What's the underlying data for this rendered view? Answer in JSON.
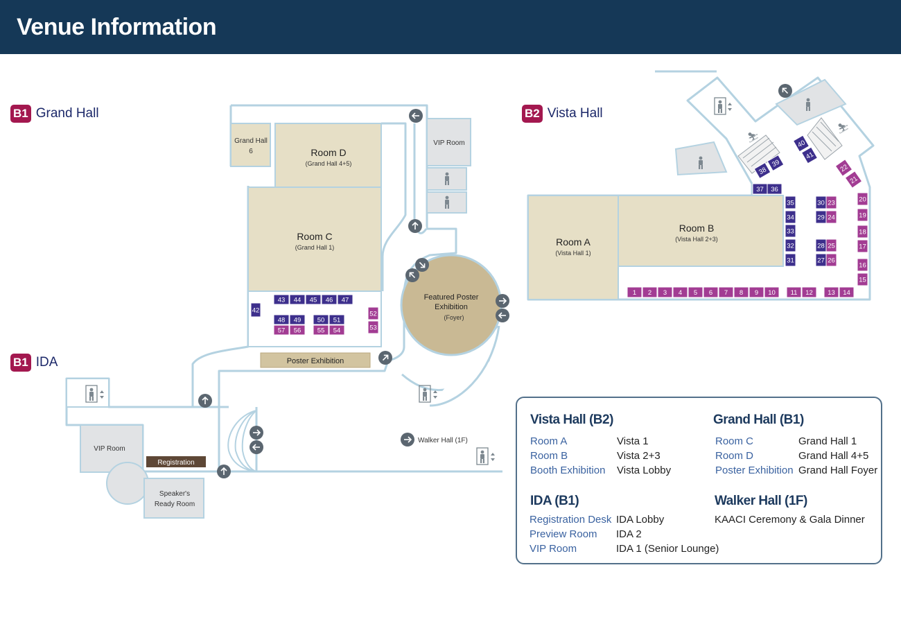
{
  "header": {
    "title": "Venue Information"
  },
  "floors": {
    "grand_hall": {
      "badge": "B1",
      "name": "Grand Hall"
    },
    "ida": {
      "badge": "B1",
      "name": "IDA"
    },
    "vista_hall": {
      "badge": "B2",
      "name": "Vista Hall"
    }
  },
  "rooms": {
    "grand_hall_6": [
      "Grand Hall",
      "6"
    ],
    "room_d": {
      "name": "Room D",
      "sub": "(Grand Hall 4+5)"
    },
    "room_c": {
      "name": "Room C",
      "sub": "(Grand Hall 1)"
    },
    "vip_room_gh": "VIP Room",
    "featured": {
      "line1": "Featured Poster",
      "line2": "Exhibition",
      "sub": "(Foyer)"
    },
    "poster_exhibition": "Poster Exhibition",
    "walker_hall": "Walker Hall (1F)",
    "vip_room_ida": "VIP Room",
    "registration": "Registration",
    "speakers": [
      "Speaker's",
      "Ready Room"
    ],
    "room_a": {
      "name": "Room A",
      "sub": "(Vista Hall 1)"
    },
    "room_b": {
      "name": "Room B",
      "sub": "(Vista Hall 2+3)"
    }
  },
  "booths": {
    "vista_bottom": [
      "1",
      "2",
      "3",
      "4",
      "5",
      "6",
      "7",
      "8",
      "9",
      "10",
      "11",
      "12",
      "13",
      "14"
    ],
    "vista_right": [
      "15",
      "16",
      "17",
      "18",
      "19",
      "20"
    ],
    "vista_top_pink": [
      "21",
      "22"
    ],
    "vista_mid_pink": [
      "23",
      "24",
      "25",
      "26"
    ],
    "vista_mid_blue": [
      "27",
      "28",
      "29",
      "30"
    ],
    "vista_col_blue": [
      "31",
      "32",
      "33",
      "34",
      "35"
    ],
    "vista_top_blue": [
      "36",
      "37",
      "38",
      "39",
      "40",
      "41"
    ],
    "grand_hall": [
      "42",
      "43",
      "44",
      "45",
      "46",
      "47",
      "48",
      "49",
      "50",
      "51",
      "52",
      "53",
      "54",
      "55",
      "56",
      "57"
    ]
  },
  "legend": {
    "vista": {
      "title": "Vista Hall (B2)",
      "rows": [
        {
          "key": "Room A",
          "val": "Vista 1"
        },
        {
          "key": "Room B",
          "val": "Vista 2+3"
        },
        {
          "key": "Booth Exhibition",
          "val": "Vista Lobby"
        }
      ]
    },
    "grand": {
      "title": "Grand Hall (B1)",
      "rows": [
        {
          "key": "Room C",
          "val": "Grand Hall 1"
        },
        {
          "key": "Room D",
          "val": "Grand Hall 4+5"
        },
        {
          "key": "Poster Exhibition",
          "val": "Grand Hall Foyer"
        }
      ]
    },
    "ida": {
      "title": "IDA (B1)",
      "rows": [
        {
          "key": "Registration Desk",
          "val": "IDA Lobby"
        },
        {
          "key": "Preview Room",
          "val": "IDA 2"
        },
        {
          "key": "VIP Room",
          "val": "IDA 1 (Senior Lounge)"
        }
      ]
    },
    "walker": {
      "title": "Walker Hall (1F)",
      "text": "KAACI Ceremony & Gala Dinner"
    }
  },
  "colors": {
    "header_bg": "#153857",
    "badge": "#a3184f",
    "room_fill": "#e6dfc6",
    "booth_blue": "#3d2f8c",
    "booth_pink": "#a23c93",
    "wall": "#b4d2e1",
    "gray_room": "#e1e3e5"
  },
  "icons": {
    "arrow": "arrow-icon",
    "elevator": "elevator-icon",
    "restroom": "restroom-icon",
    "escalator": "escalator-icon"
  }
}
